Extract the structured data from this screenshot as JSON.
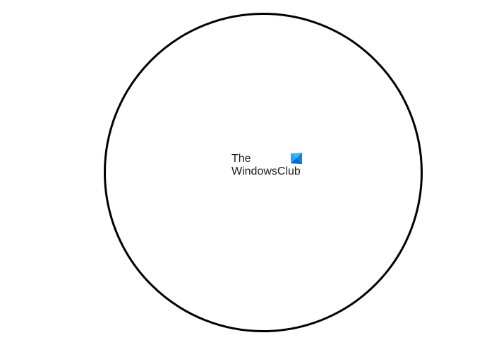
{
  "logo": {
    "line1": "The",
    "line2": "WindowsClub",
    "mark_icon": "windows-logo-icon",
    "mark_colors": [
      "#1e90ff",
      "#00b4f0",
      "#0078d7"
    ]
  },
  "shape": {
    "type": "circle",
    "stroke_color": "#000000",
    "fill_color": "#ffffff"
  }
}
